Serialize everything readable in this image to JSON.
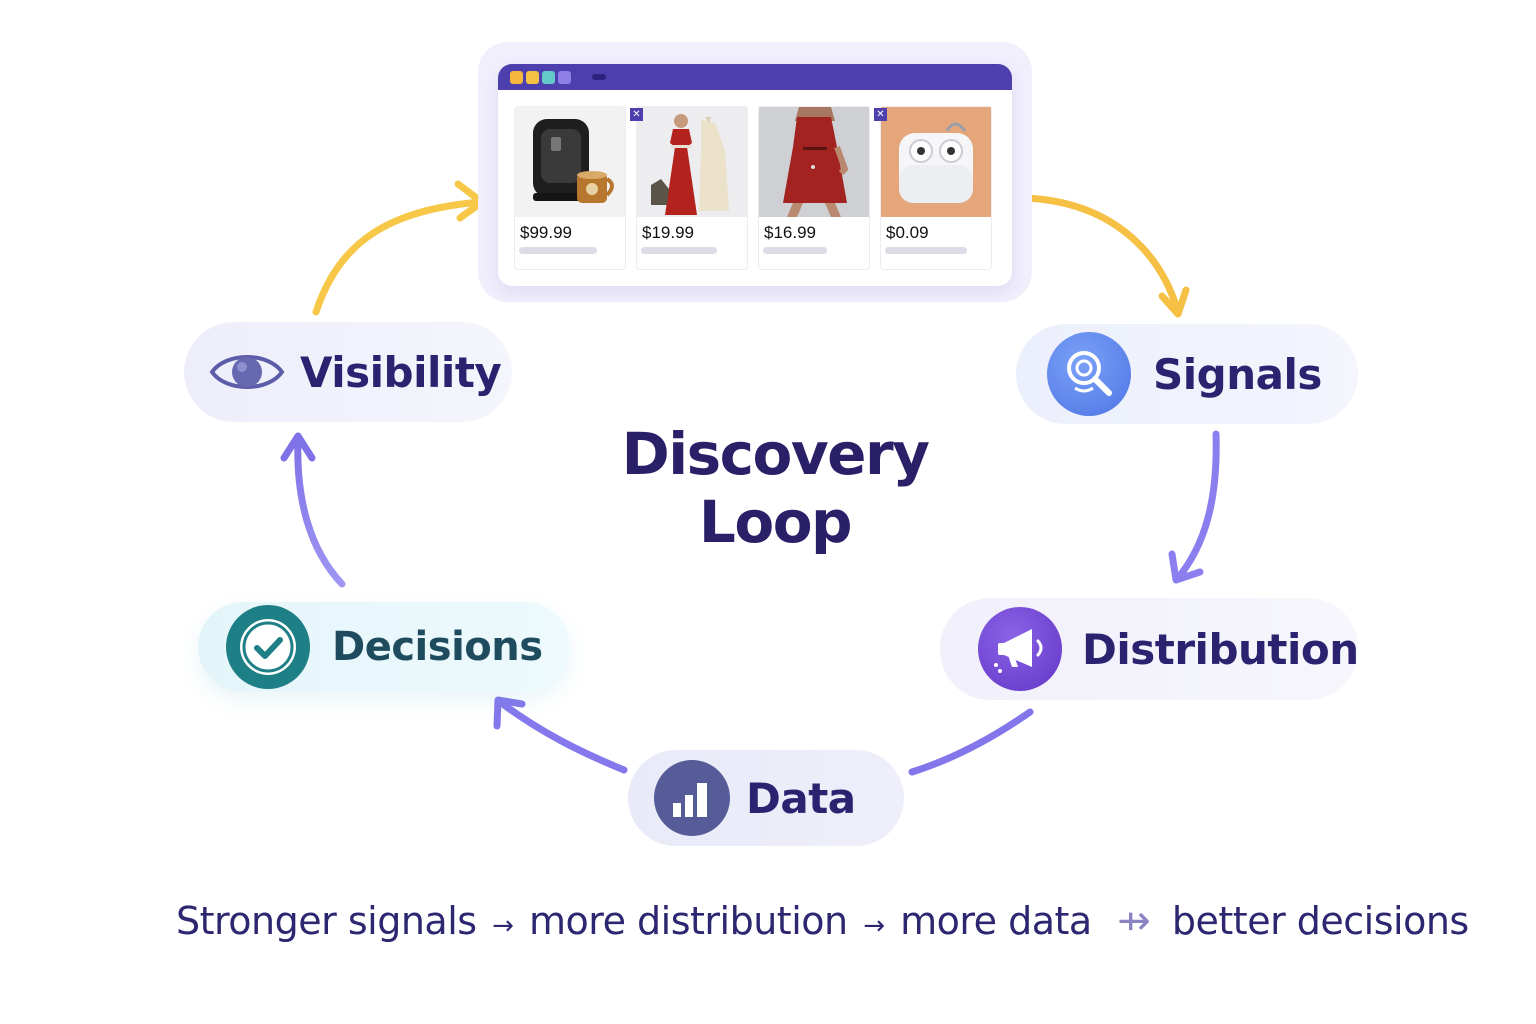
{
  "title": "Discovery Loop",
  "products": [
    {
      "price": "$99.99",
      "image": "air-fryer-and-mug",
      "badge": false
    },
    {
      "price": "$19.99",
      "image": "red-dress-and-coat",
      "badge": true
    },
    {
      "price": "$16.99",
      "image": "red-dress-model",
      "badge": false
    },
    {
      "price": "$0.09",
      "image": "earbuds-case",
      "badge": true
    }
  ],
  "nodes": {
    "visibility": {
      "label": "Visibility",
      "icon": "eye-icon"
    },
    "signals": {
      "label": "Signals",
      "icon": "magnifier-icon"
    },
    "distribution": {
      "label": "Distribution",
      "icon": "megaphone-icon"
    },
    "data": {
      "label": "Data",
      "icon": "bar-chart-icon"
    },
    "decisions": {
      "label": "Decisions",
      "icon": "checkmark-icon"
    }
  },
  "tagline": {
    "part1": "Stronger signals",
    "sep1": "→",
    "part2": "more distribution",
    "sep2": "→",
    "part3": "more data",
    "sep3": "⇸",
    "part4": "better decisions"
  },
  "colors": {
    "accent_dark": "#2a2068",
    "browser_bar": "#4d3fae",
    "arrow_yellow": "#f5c542",
    "arrow_purple": "#8b7ff0",
    "decisions_teal": "#1f7f86"
  }
}
